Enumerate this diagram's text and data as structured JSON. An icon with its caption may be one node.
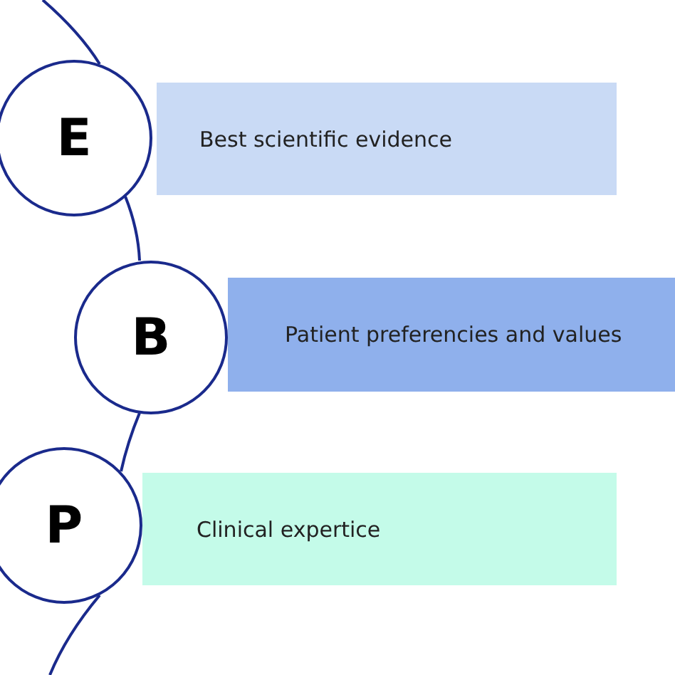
{
  "diagram": {
    "nodes": [
      {
        "text": [
          "E"
        ]
      },
      {
        "text": [
          "Best scientific evidence"
        ]
      },
      {
        "text": [
          "B"
        ]
      },
      {
        "text": [
          "Patient preferencies and values"
        ]
      },
      {
        "text": [
          "P"
        ]
      },
      {
        "text": [
          "Clinical expertice"
        ]
      }
    ],
    "edges": [
      {
        "from": null,
        "to": 0,
        "arrow": "none"
      },
      {
        "from": 0,
        "to": 2,
        "arrow": "none"
      },
      {
        "from": 2,
        "to": 4,
        "arrow": "none"
      },
      {
        "from": 4,
        "to": null,
        "arrow": "none"
      }
    ]
  }
}
